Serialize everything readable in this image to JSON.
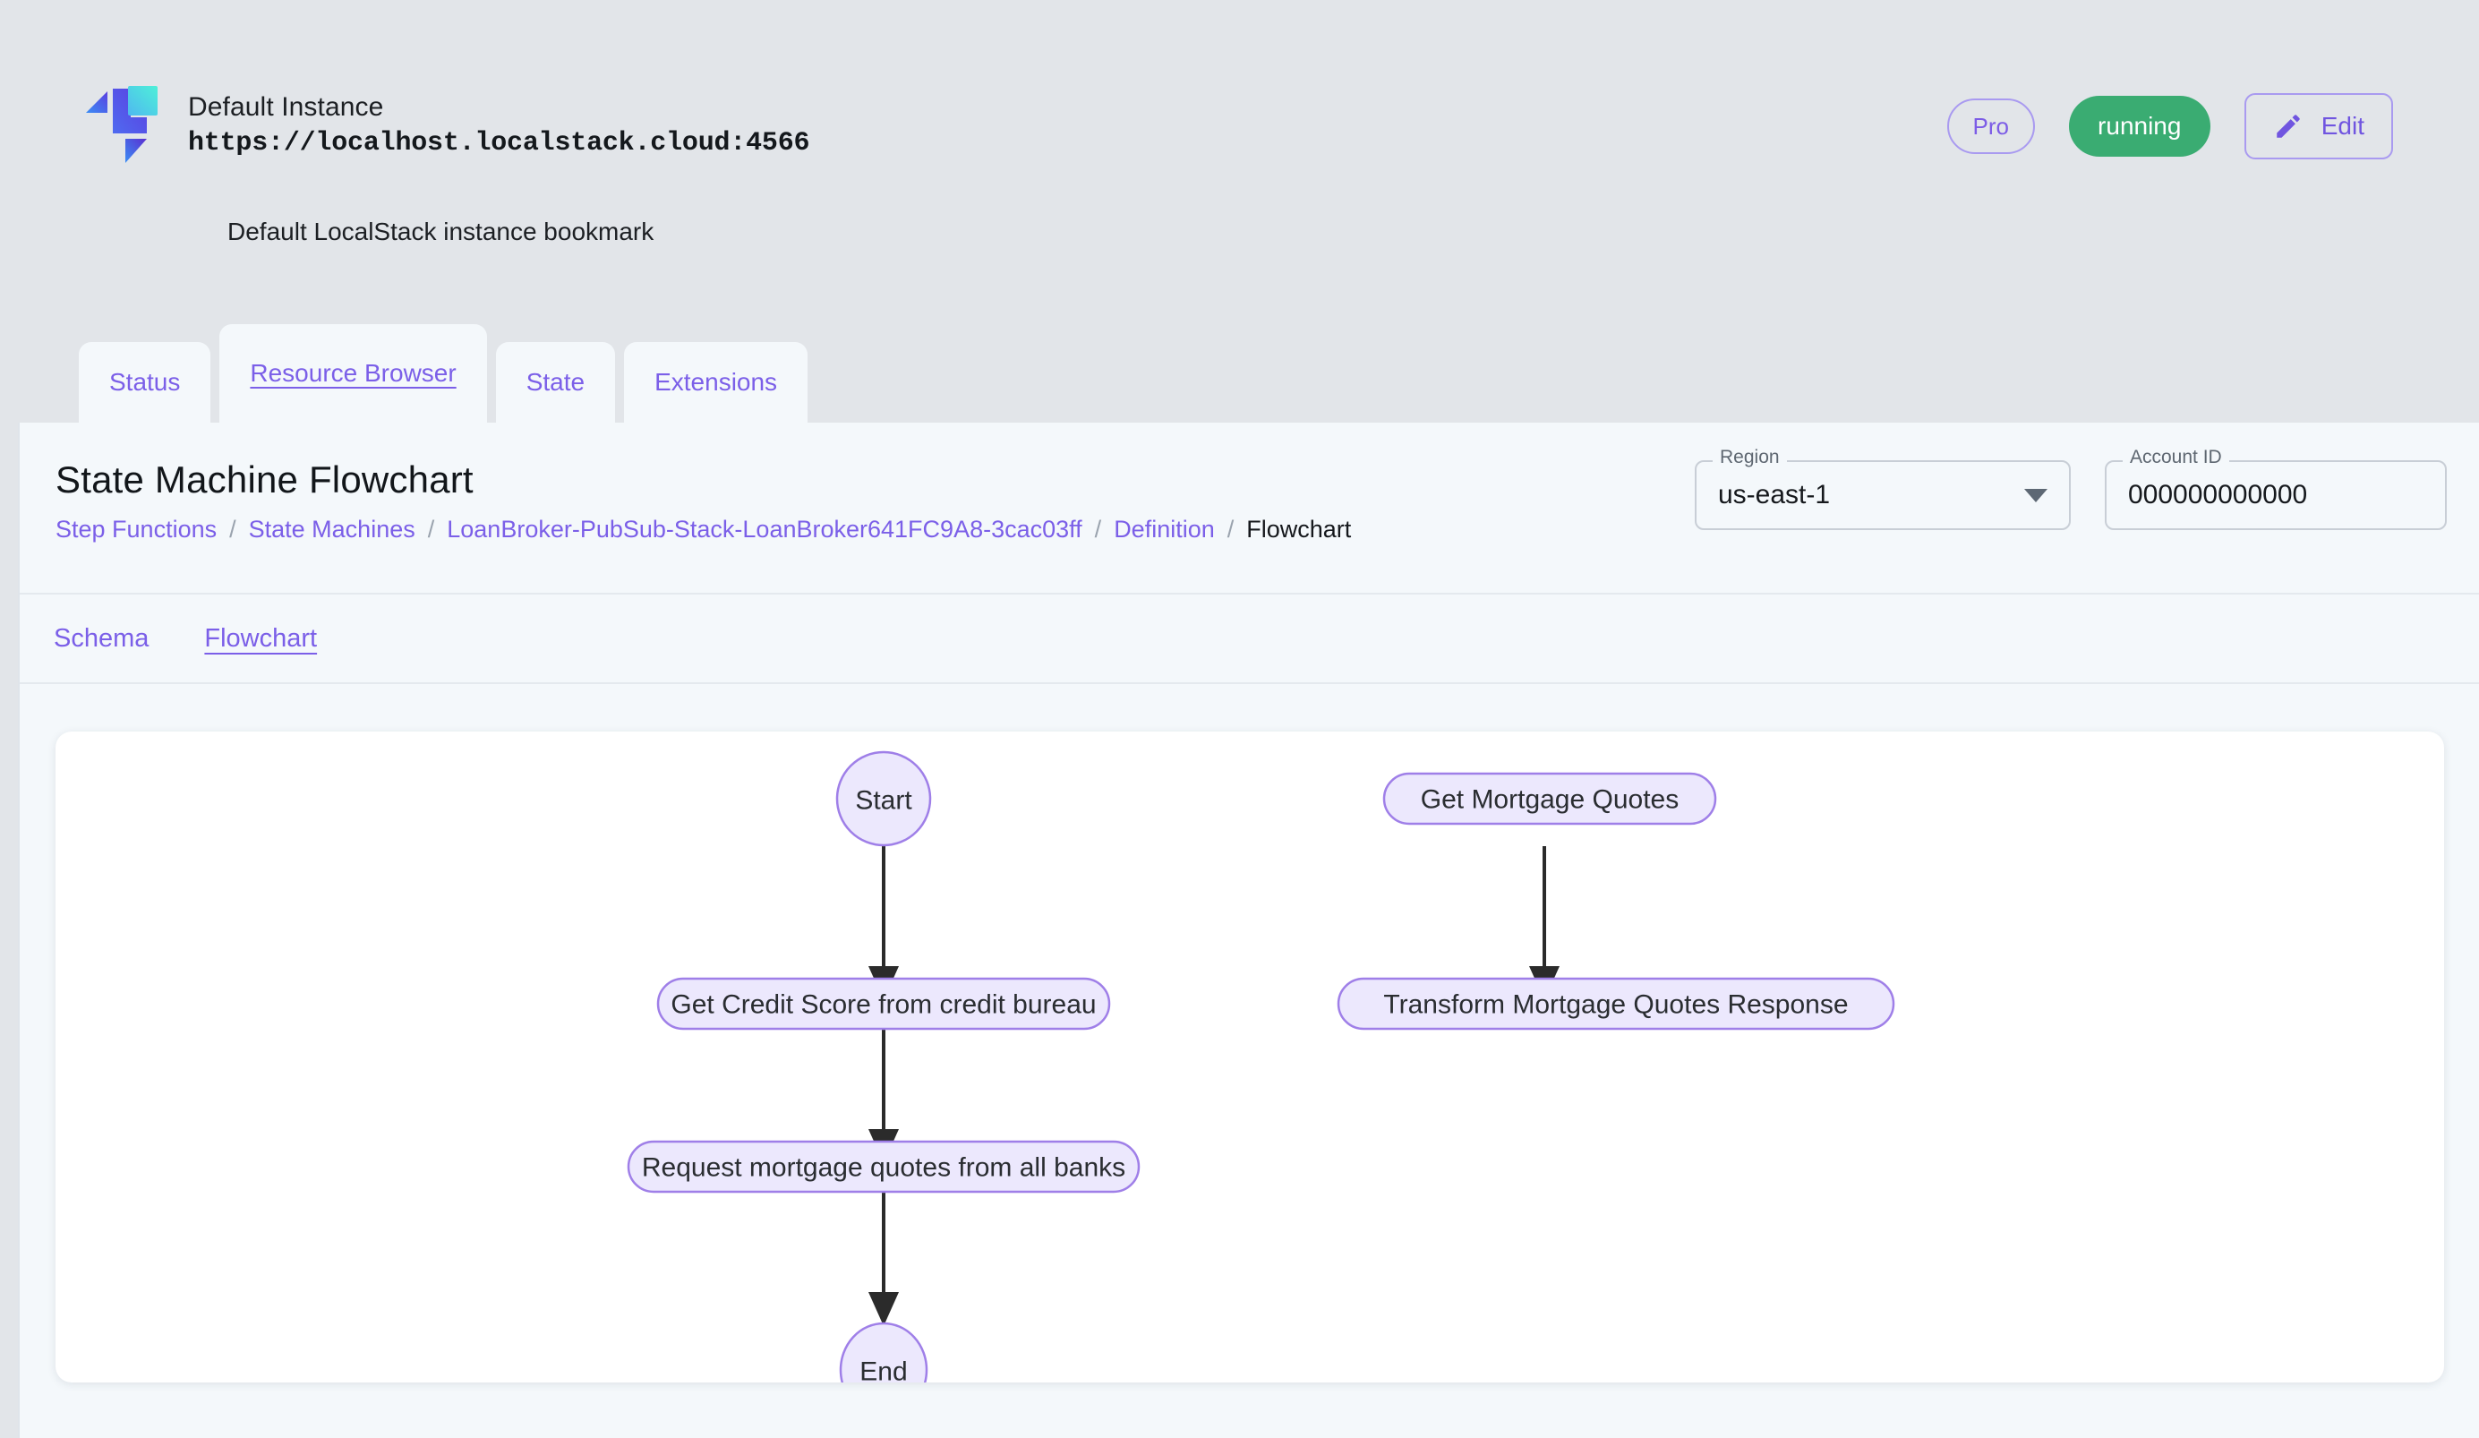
{
  "header": {
    "instance_name": "Default Instance",
    "instance_url": "https://localhost.localstack.cloud:4566",
    "instance_description": "Default LocalStack instance bookmark",
    "logo_icon": "localstack-logo-icon",
    "pro_chip": "Pro",
    "status_chip": "running",
    "edit_label": "Edit",
    "edit_icon": "pencil-icon",
    "colors": {
      "header_bg": "#E2E5E9",
      "accent_purple": "#7B5FE8",
      "running_green": "#3AAC72",
      "panel_bg": "#F4F8FB"
    }
  },
  "tabs": [
    {
      "label": "Status",
      "active": false
    },
    {
      "label": "Resource Browser",
      "active": true
    },
    {
      "label": "State",
      "active": false
    },
    {
      "label": "Extensions",
      "active": false
    }
  ],
  "page": {
    "title": "State Machine Flowchart",
    "breadcrumb": [
      {
        "label": "Step Functions",
        "current": false
      },
      {
        "label": "State Machines",
        "current": false
      },
      {
        "label": "LoanBroker-PubSub-Stack-LoanBroker641FC9A8-3cac03ff",
        "current": false
      },
      {
        "label": "Definition",
        "current": false
      },
      {
        "label": "Flowchart",
        "current": true
      }
    ],
    "breadcrumb_separator": "/"
  },
  "filters": {
    "region": {
      "label": "Region",
      "value": "us-east-1",
      "icon": "chevron-down-icon"
    },
    "account_id": {
      "label": "Account ID",
      "value": "000000000000"
    }
  },
  "subtabs": [
    {
      "label": "Schema",
      "active": false
    },
    {
      "label": "Flowchart",
      "active": true
    }
  ],
  "chart_data": {
    "type": "diagram",
    "title": "State Machine Flowchart",
    "orientation": "top-down",
    "node_fill": "#ECE8FD",
    "node_stroke": "#9F7FE8",
    "edge_color": "#2B2B2B",
    "nodes": [
      {
        "id": "start",
        "label": "Start",
        "shape": "ellipse",
        "column": 1,
        "row": 1
      },
      {
        "id": "credit",
        "label": "Get Credit Score from credit bureau",
        "shape": "stadium",
        "column": 1,
        "row": 2
      },
      {
        "id": "request",
        "label": "Request mortgage quotes from all banks",
        "shape": "stadium",
        "column": 1,
        "row": 3
      },
      {
        "id": "end",
        "label": "End",
        "shape": "ellipse",
        "column": 1,
        "row": 4
      },
      {
        "id": "getquotes",
        "label": "Get Mortgage Quotes",
        "shape": "stadium",
        "column": 2,
        "row": 1
      },
      {
        "id": "transform",
        "label": "Transform Mortgage Quotes Response",
        "shape": "stadium",
        "column": 2,
        "row": 2
      }
    ],
    "edges": [
      {
        "from": "start",
        "to": "credit",
        "arrow": true
      },
      {
        "from": "credit",
        "to": "request",
        "arrow": true
      },
      {
        "from": "request",
        "to": "end",
        "arrow": true
      },
      {
        "from": "getquotes",
        "to": "transform",
        "arrow": true
      }
    ]
  }
}
